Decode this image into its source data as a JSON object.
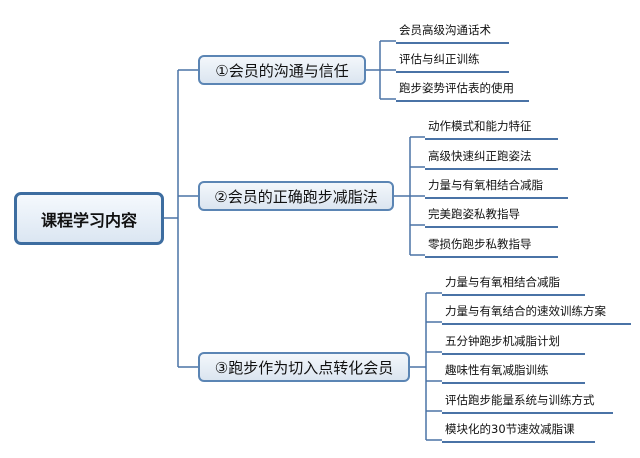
{
  "root": {
    "label": "课程学习内容"
  },
  "branches": [
    {
      "label": "①会员的沟通与信任",
      "items": [
        "会员高级沟通话术",
        "评估与纠正训练",
        "跑步姿势评估表的使用"
      ]
    },
    {
      "label": "②会员的正确跑步减脂法",
      "items": [
        "动作模式和能力特征",
        "高级快速纠正跑姿法",
        "力量与有氧相结合减脂",
        "完美跑姿私教指导",
        "零损伤跑步私教指导"
      ]
    },
    {
      "label": "③跑步作为切入点转化会员",
      "items": [
        "力量与有氧相结合减脂",
        "力量与有氧结合的速效训练方案",
        "五分钟跑步机减脂计划",
        "趣味性有氧减脂训练",
        "评估跑步能量系统与训练方式",
        "模块化的30节速效减脂课"
      ]
    }
  ],
  "colors": {
    "line": "#4a73a6",
    "box_border": "#5b85b4",
    "root_border": "#3d6da0"
  }
}
